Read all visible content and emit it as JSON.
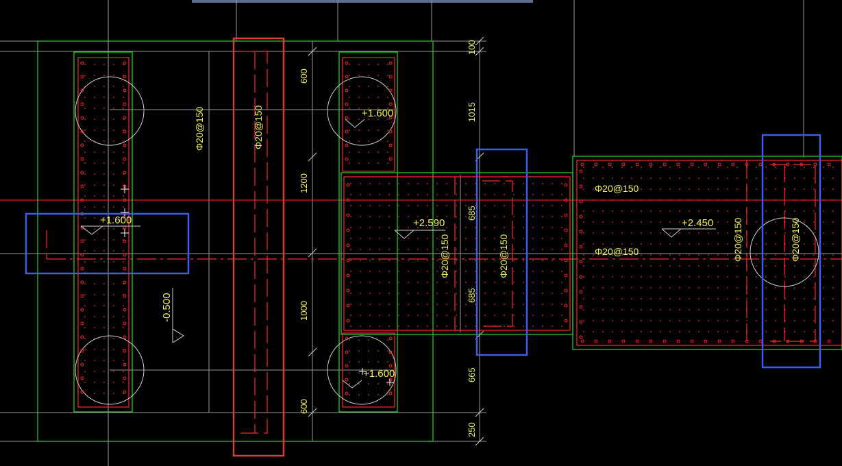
{
  "colors": {
    "background": "#000000",
    "outline": "#2bd62b",
    "rebar": "#ff2a2a",
    "annotation": "#f0f060",
    "dimension": "#cfcfcf",
    "highlight_red": "#e03a3a",
    "highlight_blue": "#3d5fe0",
    "top_bar": "#5b6e8f"
  },
  "rebar_labels": [
    {
      "id": "rebar-label-1",
      "text": "Φ20@150"
    },
    {
      "id": "rebar-label-2",
      "text": "Φ20@150"
    },
    {
      "id": "rebar-label-3",
      "text": "Φ20@150"
    },
    {
      "id": "rebar-label-4",
      "text": "Φ20@150"
    },
    {
      "id": "rebar-label-5",
      "text": "Φ20@150"
    },
    {
      "id": "rebar-label-6",
      "text": "Φ20@150"
    },
    {
      "id": "rebar-label-7",
      "text": "Φ20@150"
    },
    {
      "id": "rebar-label-8",
      "text": "Φ20@150"
    }
  ],
  "elevations": [
    {
      "id": "elevation-1",
      "text": "+1.600"
    },
    {
      "id": "elevation-2",
      "text": "+1.600"
    },
    {
      "id": "elevation-3",
      "text": "+1.600"
    },
    {
      "id": "elevation-4",
      "text": "+2.590"
    },
    {
      "id": "elevation-5",
      "text": "+2.450"
    },
    {
      "id": "elevation-6",
      "text": "-0.500"
    }
  ],
  "dimensions_left": [
    "600",
    "1200",
    "1000",
    "600"
  ],
  "dimensions_right": [
    "100",
    "1015",
    "665",
    "250"
  ],
  "dimensions_inner": [
    "685",
    "685"
  ]
}
